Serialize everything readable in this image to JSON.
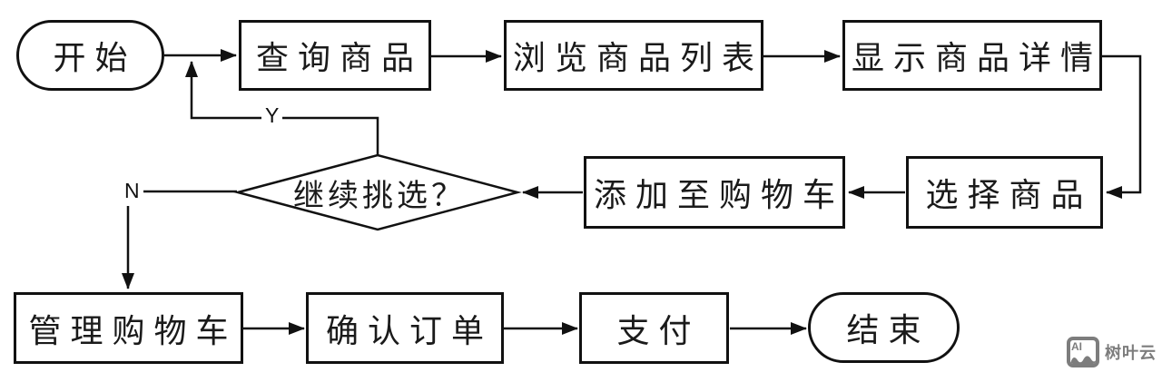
{
  "diagram": {
    "type": "flowchart",
    "nodes": {
      "start": {
        "label": "开始",
        "shape": "terminator"
      },
      "query": {
        "label": "查询商品",
        "shape": "process"
      },
      "browse": {
        "label": "浏览商品列表",
        "shape": "process"
      },
      "detail": {
        "label": "显示商品详情",
        "shape": "process"
      },
      "select": {
        "label": "选择商品",
        "shape": "process"
      },
      "add_cart": {
        "label": "添加至购物车",
        "shape": "process"
      },
      "decision": {
        "label": "继续挑选？",
        "shape": "decision"
      },
      "manage_cart": {
        "label": "管理购物车",
        "shape": "process"
      },
      "confirm_order": {
        "label": "确认订单",
        "shape": "process"
      },
      "pay": {
        "label": "支付",
        "shape": "process"
      },
      "end": {
        "label": "结束",
        "shape": "terminator"
      }
    },
    "branch_labels": {
      "yes": "Y",
      "no": "N"
    },
    "flow": [
      "start -> query -> browse -> detail -> select -> add_cart -> decision",
      "decision -Y-> query_loop",
      "decision -N-> manage_cart -> confirm_order -> pay -> end"
    ],
    "colors": {
      "line": "#111111",
      "node_fill": "#ffffff",
      "text": "#1a1a1a"
    }
  },
  "watermark": {
    "icon_text": "AI",
    "label": "树叶云",
    "color": "#7d7d7d"
  }
}
